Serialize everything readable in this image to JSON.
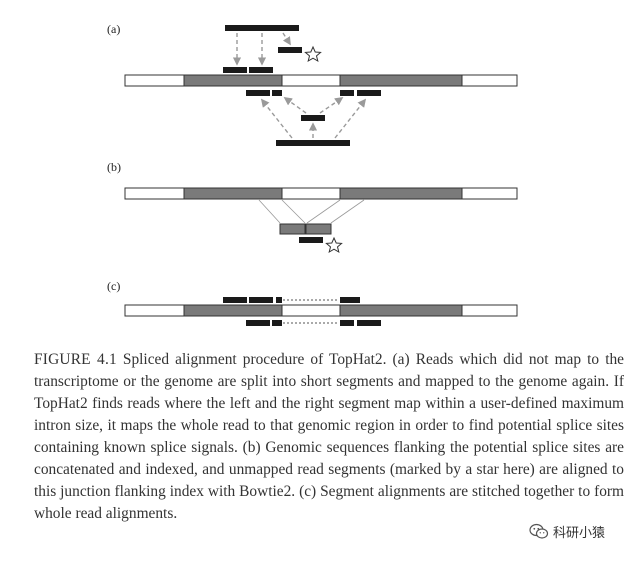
{
  "panels": {
    "a": {
      "label": "(a)"
    },
    "b": {
      "label": "(b)"
    },
    "c": {
      "label": "(c)"
    }
  },
  "caption": {
    "figure_label": "FIGURE 4.1",
    "text": "Spliced alignment procedure of TopHat2. (a) Reads which did not map to the transcriptome or the genome are split into short segments and mapped to the genome again. If TopHat2 finds reads where the left and the right segment map within a user-defined maximum intron size, it maps the whole read to that genomic region in order to find potential splice sites containing known splice signals. (b) Genomic sequences flanking the potential splice sites are concatenated and indexed, and unmapped read segments (marked by a star here) are aligned to this junction flanking index with Bowtie2. (c) Segment alignments are stitched together to form whole read alignments."
  },
  "watermark": {
    "text": "科研小猿",
    "icon": "wechat-icon"
  },
  "colors": {
    "exon": "#7a7a7a",
    "read": "#1a1a1a",
    "arrow": "#9a9a9a",
    "outline": "#333333"
  }
}
